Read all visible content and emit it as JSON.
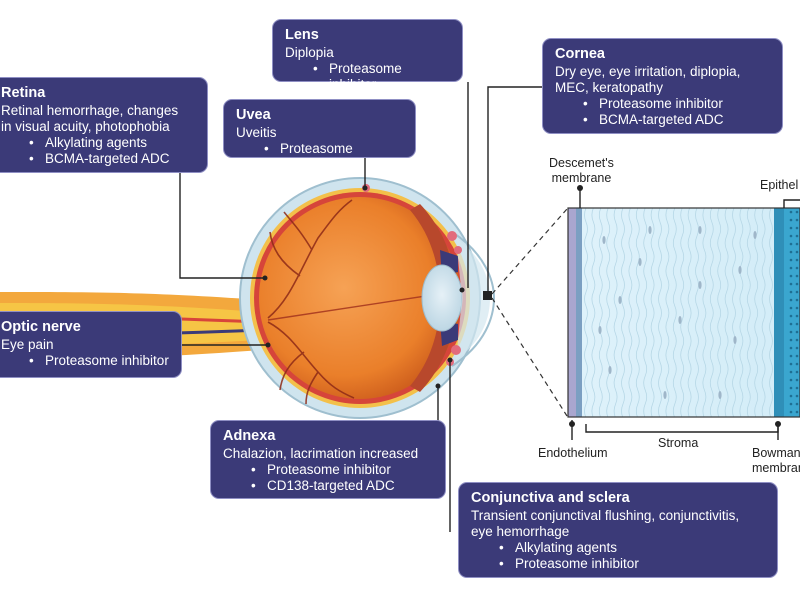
{
  "boxes": {
    "retina": {
      "title": "Retina",
      "desc": [
        "Retinal hemorrhage, changes",
        "in visual acuity, photophobia"
      ],
      "items": [
        "Alkylating agents",
        "BCMA-targeted ADC"
      ]
    },
    "lens": {
      "title": "Lens",
      "desc": [
        "Diplopia"
      ],
      "items": [
        "Proteasome inhibitor"
      ]
    },
    "uvea": {
      "title": "Uvea",
      "desc": [
        "Uveitis"
      ],
      "items": [
        "Proteasome inhibitor"
      ]
    },
    "cornea": {
      "title": "Cornea",
      "desc": [
        "Dry eye, eye irritation, diplopia,",
        "MEC, keratopathy"
      ],
      "items": [
        "Proteasome inhibitor",
        "BCMA-targeted ADC"
      ]
    },
    "optic_nerve": {
      "title": "Optic nerve",
      "desc": [
        "Eye pain"
      ],
      "items": [
        "Proteasome inhibitor"
      ]
    },
    "adnexa": {
      "title": "Adnexa",
      "desc": [
        "Chalazion, lacrimation increased"
      ],
      "items": [
        "Proteasome inhibitor",
        "CD138-targeted ADC"
      ]
    },
    "conjunctiva": {
      "title": "Conjunctiva and sclera",
      "desc": [
        "Transient conjunctival flushing, conjunctivitis,",
        "eye hemorrhage"
      ],
      "items": [
        "Alkylating agents",
        "Proteasome inhibitor"
      ]
    }
  },
  "cornea_layers": {
    "descemet": [
      "Descemet's",
      "membrane"
    ],
    "epithelium": "Epithel",
    "endothelium": "Endothelium",
    "stroma": "Stroma",
    "bowman": [
      "Bowman",
      "membran"
    ]
  },
  "colors": {
    "box_fill": "#3b3a78",
    "box_border": "#8f8fc4",
    "eye_orange": "#ee8a2e",
    "sclera": "#cfe4ee",
    "retina_red": "#d6453a",
    "stroma_bg": "#dff2fb",
    "epithelium_blue": "#2f8fb8"
  }
}
